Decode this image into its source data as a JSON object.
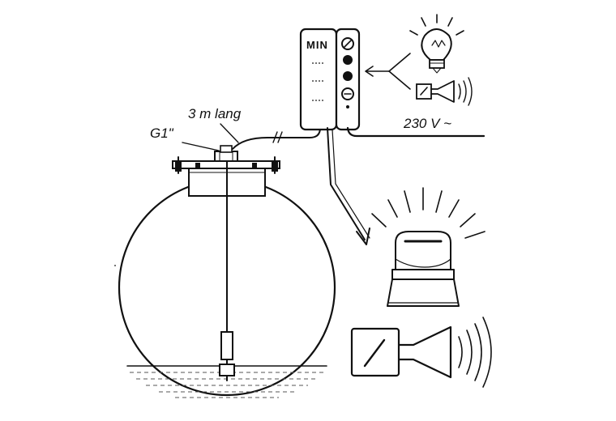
{
  "labels": {
    "length": "3 m lang",
    "thread": "G1\"",
    "voltage": "230 V ~",
    "controller_text": "MIN"
  },
  "icons": {
    "lamp": "light-bulb-icon",
    "small_horn": "horn-icon",
    "beacon": "warning-beacon-icon",
    "large_horn": "horn-icon"
  },
  "colors": {
    "ink": "#111111",
    "liquid_hatch": "#555555",
    "background": "#ffffff"
  }
}
